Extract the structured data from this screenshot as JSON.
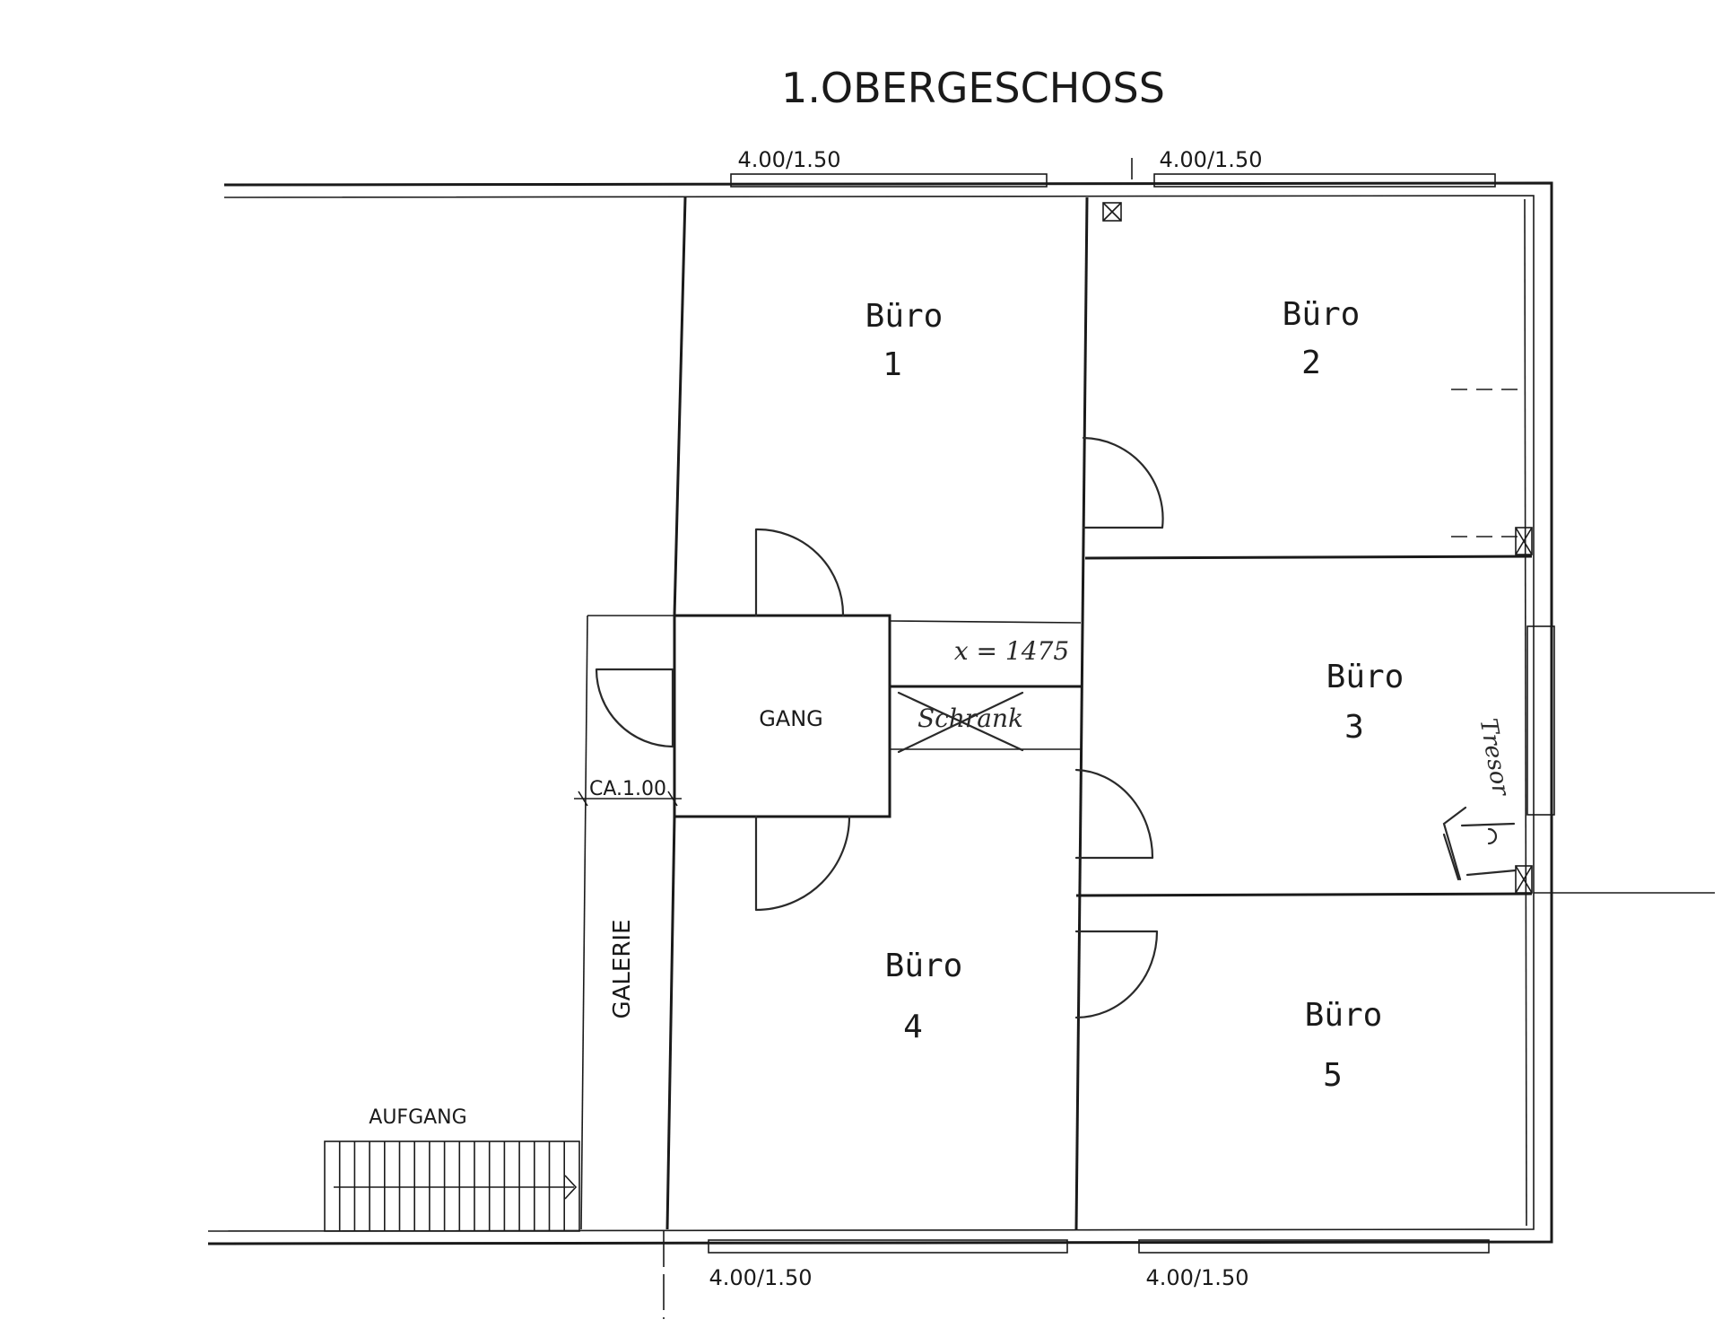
{
  "title": "1.OBERGESCHOSS",
  "windows": {
    "top_left": "4.00/1.50",
    "top_right": "4.00/1.50",
    "bottom_left": "4.00/1.50",
    "bottom_right": "4.00/1.50"
  },
  "rooms": [
    {
      "label": "Büro",
      "number": "1"
    },
    {
      "label": "Büro",
      "number": "2"
    },
    {
      "label": "Büro",
      "number": "3"
    },
    {
      "label": "Büro",
      "number": "4"
    },
    {
      "label": "Büro",
      "number": "5"
    }
  ],
  "corridor": "GANG",
  "gallery": "GALERIE",
  "gallery_width": "CA.1.00",
  "stairs": "AUFGANG",
  "annotations": {
    "safe": "Tresor",
    "cabinet": "Schrank",
    "note": "x = 1475"
  }
}
